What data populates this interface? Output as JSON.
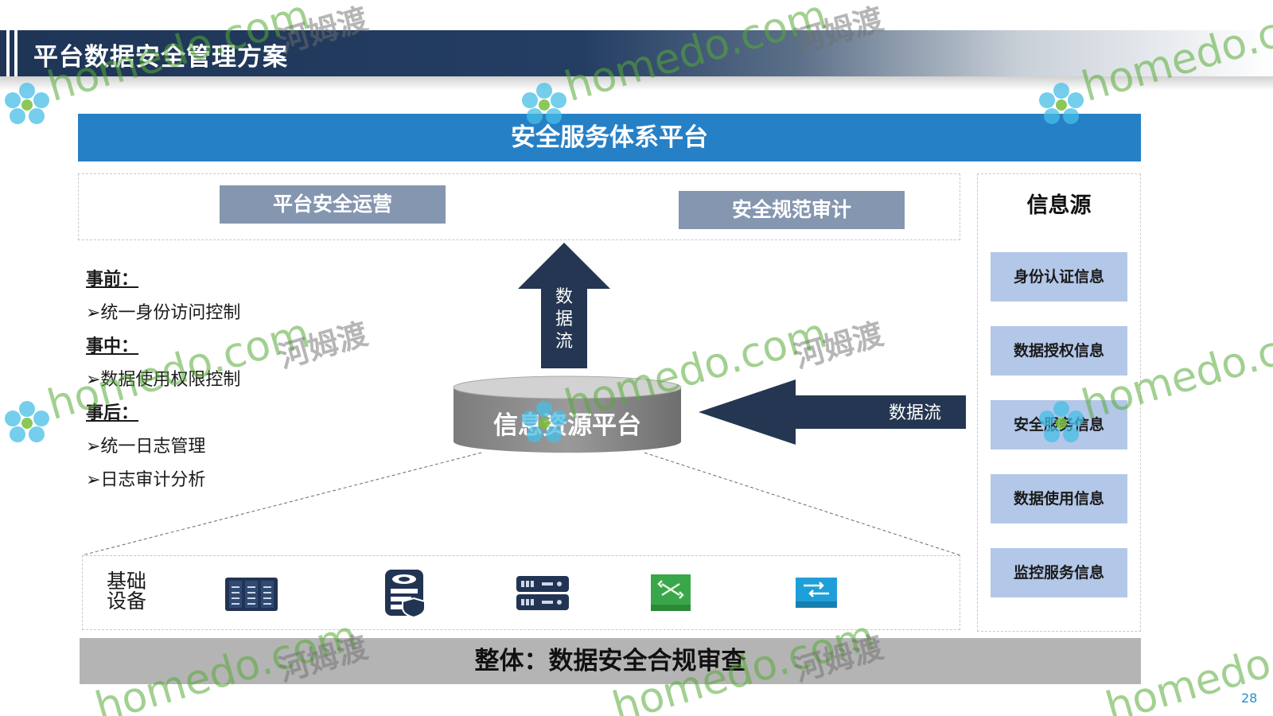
{
  "header": {
    "title": "平台数据安全管理方案"
  },
  "platform": {
    "title": "安全服务体系平台"
  },
  "top_row": {
    "operations": "平台安全运营",
    "audit": "安全规范审计"
  },
  "info_source": {
    "title": "信息源",
    "items": [
      "身份认证信息",
      "数据授权信息",
      "安全服务信息",
      "数据使用信息",
      "监控服务信息"
    ]
  },
  "phases": {
    "before": {
      "label": "事前：",
      "items": [
        "➢统一身份访问控制"
      ]
    },
    "during": {
      "label": "事中：",
      "items": [
        "➢数据使用权限控制"
      ]
    },
    "after": {
      "label": "事后：",
      "items": [
        "➢统一日志管理",
        "➢日志审计分析"
      ]
    }
  },
  "center": {
    "up_flow_chars": [
      "数",
      "据",
      "流"
    ],
    "db_label": "信息资源平台",
    "in_flow_label": "数据流"
  },
  "infrastructure": {
    "label_line1": "基础",
    "label_line2": "设备",
    "devices": [
      "storage-array-icon",
      "database-shield-icon",
      "network-appliance-icon",
      "switch-icon",
      "router-icon"
    ]
  },
  "footer": {
    "text": "整体：数据安全合规审查"
  },
  "page_number": "28",
  "watermarks": {
    "en": "homedo.com",
    "cn": "河姆渡"
  },
  "colors": {
    "title_bar": "#1e3556",
    "platform_blue": "#2680c6",
    "grey_button": "#8596b0",
    "info_item": "#b3c7e8",
    "arrow_navy": "#243651",
    "db_grey": "#8f8f8f",
    "footer_grey": "#b4b4b4",
    "watermark_green": "#56aa36"
  }
}
